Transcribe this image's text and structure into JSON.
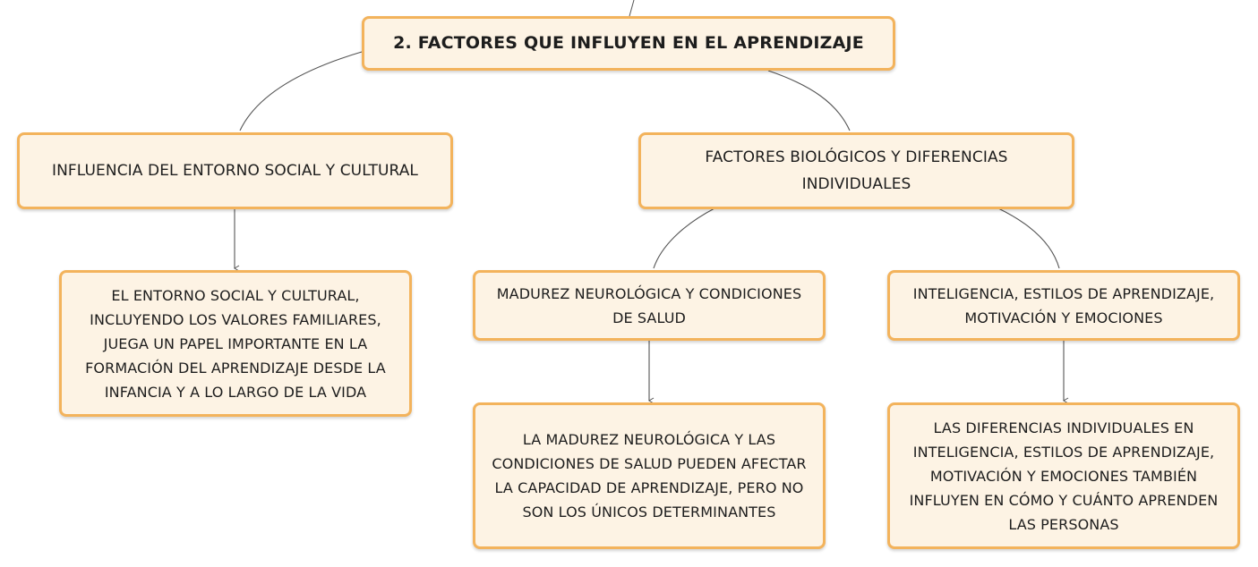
{
  "root": {
    "title": "2. FACTORES QUE INFLUYEN EN EL APRENDIZAJE"
  },
  "branches": {
    "social": {
      "label": "INFLUENCIA DEL ENTORNO SOCIAL Y CULTURAL",
      "detail": "EL ENTORNO SOCIAL Y CULTURAL, INCLUYENDO LOS VALORES FAMILIARES, JUEGA UN PAPEL IMPORTANTE EN LA FORMACIÓN DEL APRENDIZAJE DESDE LA INFANCIA Y A LO LARGO DE LA VIDA"
    },
    "biological": {
      "label": "FACTORES BIOLÓGICOS Y DIFERENCIAS INDIVIDUALES",
      "children": {
        "maturity": {
          "label": "MADUREZ NEUROLÓGICA Y CONDICIONES DE SALUD",
          "detail": "LA MADUREZ NEUROLÓGICA Y LAS CONDICIONES DE SALUD PUEDEN AFECTAR LA CAPACIDAD DE APRENDIZAJE, PERO NO SON LOS ÚNICOS DETERMINANTES"
        },
        "intelligence": {
          "label": "INTELIGENCIA, ESTILOS DE APRENDIZAJE, MOTIVACIÓN Y EMOCIONES",
          "detail": "LAS DIFERENCIAS INDIVIDUALES EN INTELIGENCIA, ESTILOS DE APRENDIZAJE, MOTIVACIÓN Y EMOCIONES TAMBIÉN INFLUYEN EN CÓMO Y CUÁNTO APRENDEN LAS PERSONAS"
        }
      }
    }
  },
  "colors": {
    "node_fill": "#fdf3e4",
    "node_border": "#f3b35c",
    "connector": "#555555",
    "text": "#1d1d1d"
  }
}
